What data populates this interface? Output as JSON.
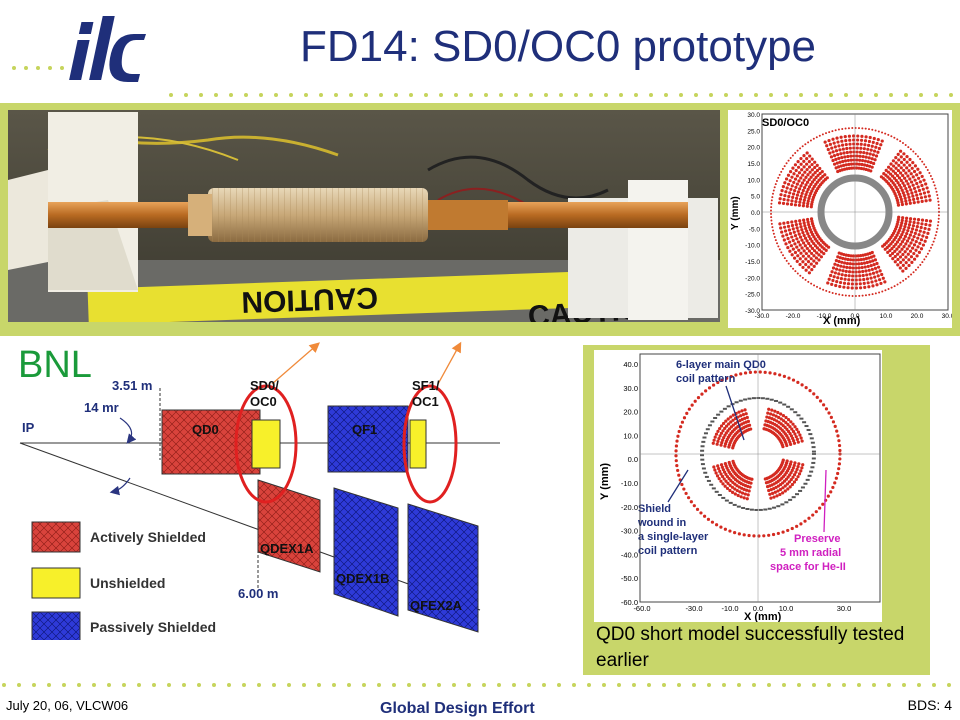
{
  "slide": {
    "logo_text": "ilc",
    "title": "FD14: SD0/OC0 prototype",
    "bnl_label": "BNL",
    "caption": "QD0 short model successfully tested earlier"
  },
  "top_plot": {
    "title": "SD0/OC0",
    "xlabel": "X (mm)",
    "ylabel": "Y (mm)",
    "x_ticks": [
      "-30.0",
      "-20.0",
      "-10.0",
      "0.0",
      "10.0",
      "20.0",
      "30.0"
    ],
    "y_ticks": [
      "30.0",
      "25.0",
      "20.0",
      "15.0",
      "10.0",
      "5.0",
      "0.0",
      "-5.0",
      "-10.0",
      "-15.0",
      "-20.0",
      "-25.0",
      "-30.0"
    ]
  },
  "bottom_plot": {
    "xlabel": "X (mm)",
    "ylabel": "Y (mm)",
    "x_ticks": [
      "-60.0",
      "-30.0",
      "-10.0",
      "0.0",
      "10.0",
      "30.0"
    ],
    "y_ticks": [
      "40.0",
      "30.0",
      "20.0",
      "10.0",
      "0.0",
      "-10.0",
      "-20.0",
      "-30.0",
      "-40.0",
      "-50.0",
      "-60.0"
    ],
    "annotation_main": [
      "6-layer main QD0",
      "coil pattern"
    ],
    "annotation_shield": [
      "Shield",
      "wound in",
      "a single-layer",
      "coil pattern"
    ],
    "annotation_preserve": [
      "Preserve",
      "5 mm radial",
      "space for He-II"
    ]
  },
  "schematic": {
    "ip": "IP",
    "distance_1": "3.51 m",
    "angle": "14 mr",
    "distance_2": "6.00 m",
    "magnet_qd0": "QD0",
    "magnet_sd0": [
      "SD0/",
      "OC0"
    ],
    "magnet_qf1": "QF1",
    "magnet_sf1": [
      "SF1/",
      "OC1"
    ],
    "magnet_qdex1a": "QDEX1A",
    "magnet_qdex1b": "QDEX1B",
    "magnet_qfex2a": "QFEX2A",
    "legend": [
      "Actively Shielded",
      "Unshielded",
      "Passively Shielded"
    ],
    "colors": {
      "active": "#d9433c",
      "unshielded": "#f7f02a",
      "passive": "#2e3ad8",
      "ring": "#e02020",
      "arrow": "#f08a3a"
    }
  },
  "footer": {
    "left": "July 20, 06, VLCW06",
    "center": "Global Design Effort",
    "right": "BDS: 4"
  },
  "colors": {
    "title": "#1f2f7a",
    "panel": "#c8d66a",
    "bnl": "#1a9a3a",
    "coil": "#d42a20",
    "dots": "#c6d45c"
  }
}
